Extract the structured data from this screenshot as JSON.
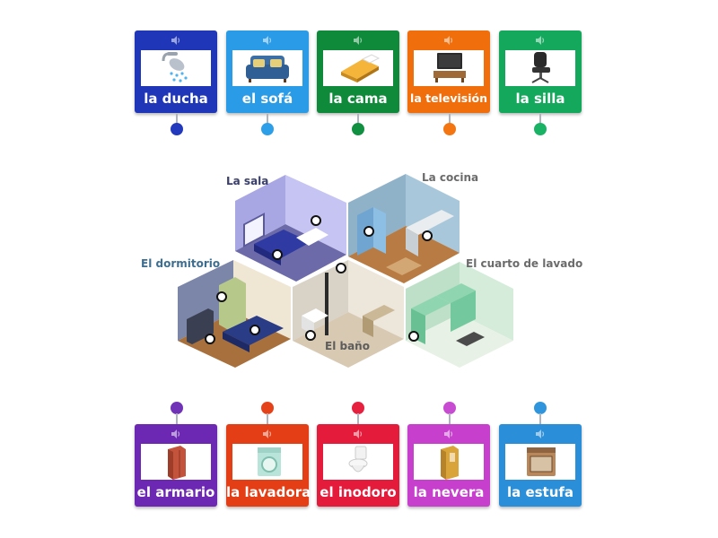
{
  "top_cards": [
    {
      "label": "la ducha",
      "color": "#1f36b8",
      "dot_color": "#2239bd",
      "icon": "shower-icon"
    },
    {
      "label": "el sofá",
      "color": "#2a9be6",
      "dot_color": "#2c9fe8",
      "icon": "sofa-icon"
    },
    {
      "label": "la cama",
      "color": "#0f8a3a",
      "dot_color": "#109040",
      "icon": "bed-icon"
    },
    {
      "label": "la televisión",
      "color": "#f06e0c",
      "dot_color": "#f37612",
      "icon": "television-icon"
    },
    {
      "label": "la silla",
      "color": "#14a85c",
      "dot_color": "#1ab265",
      "icon": "chair-icon"
    }
  ],
  "bottom_cards": [
    {
      "label": "el armario",
      "color": "#6d28b3",
      "dot_color": "#7033b8",
      "icon": "wardrobe-icon"
    },
    {
      "label": "la lavadora",
      "color": "#e33e16",
      "dot_color": "#e6421a",
      "icon": "washing-machine-icon"
    },
    {
      "label": "el inodoro",
      "color": "#e41b3b",
      "dot_color": "#e6203f",
      "icon": "toilet-icon"
    },
    {
      "label": "la nevera",
      "color": "#c63fcd",
      "dot_color": "#c74cd2",
      "icon": "fridge-icon"
    },
    {
      "label": "la estufa",
      "color": "#2a8ed9",
      "dot_color": "#2f96dd",
      "icon": "stove-icon"
    }
  ],
  "rooms": {
    "sala": "La sala",
    "cocina": "La cocina",
    "dormitorio": "El dormitorio",
    "lavado": "El cuarto de lavado",
    "bano": "El baño"
  },
  "colors": {
    "stem": "#b0b5bd",
    "room_label_dark": "#3a3f6a",
    "room_label_blue": "#3e6e8f",
    "room_label_gray": "#6b6b6b"
  }
}
